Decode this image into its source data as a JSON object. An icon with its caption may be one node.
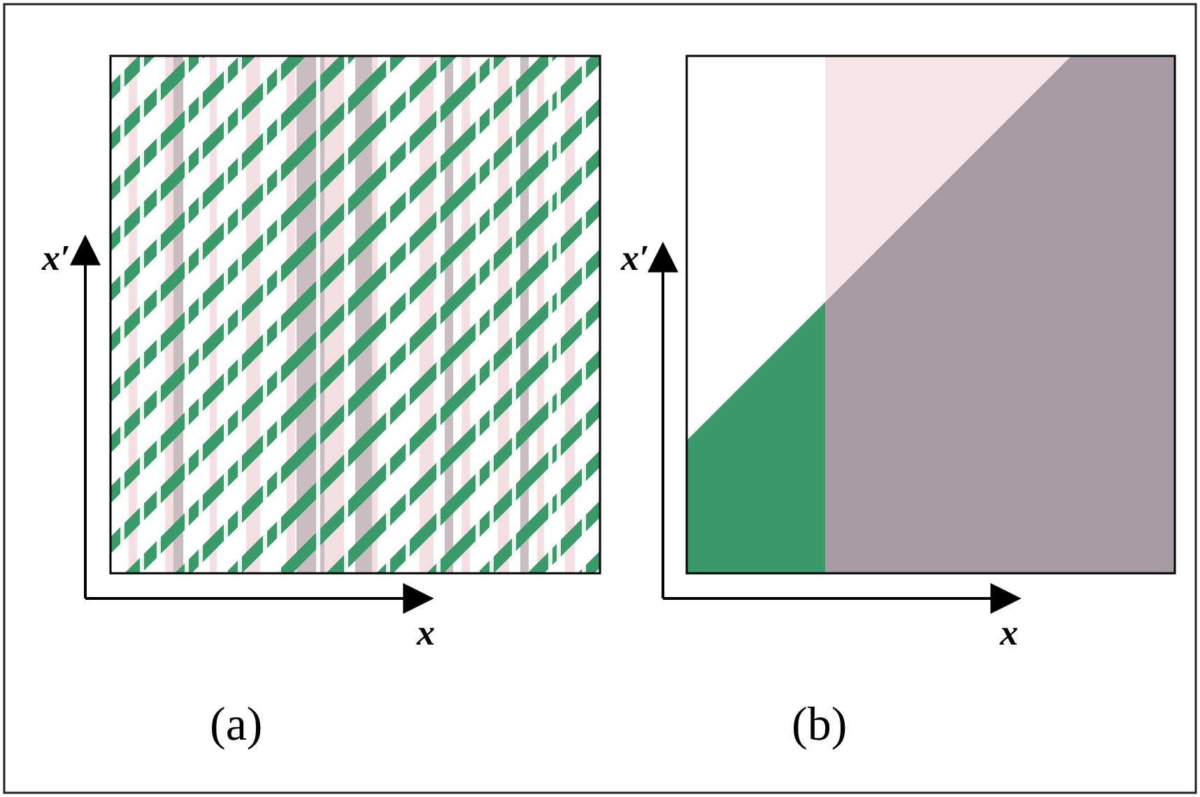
{
  "diagram": {
    "labels": [
      "x′",
      "x",
      "(a)",
      "x′",
      "x",
      "(b)"
    ]
  }
}
